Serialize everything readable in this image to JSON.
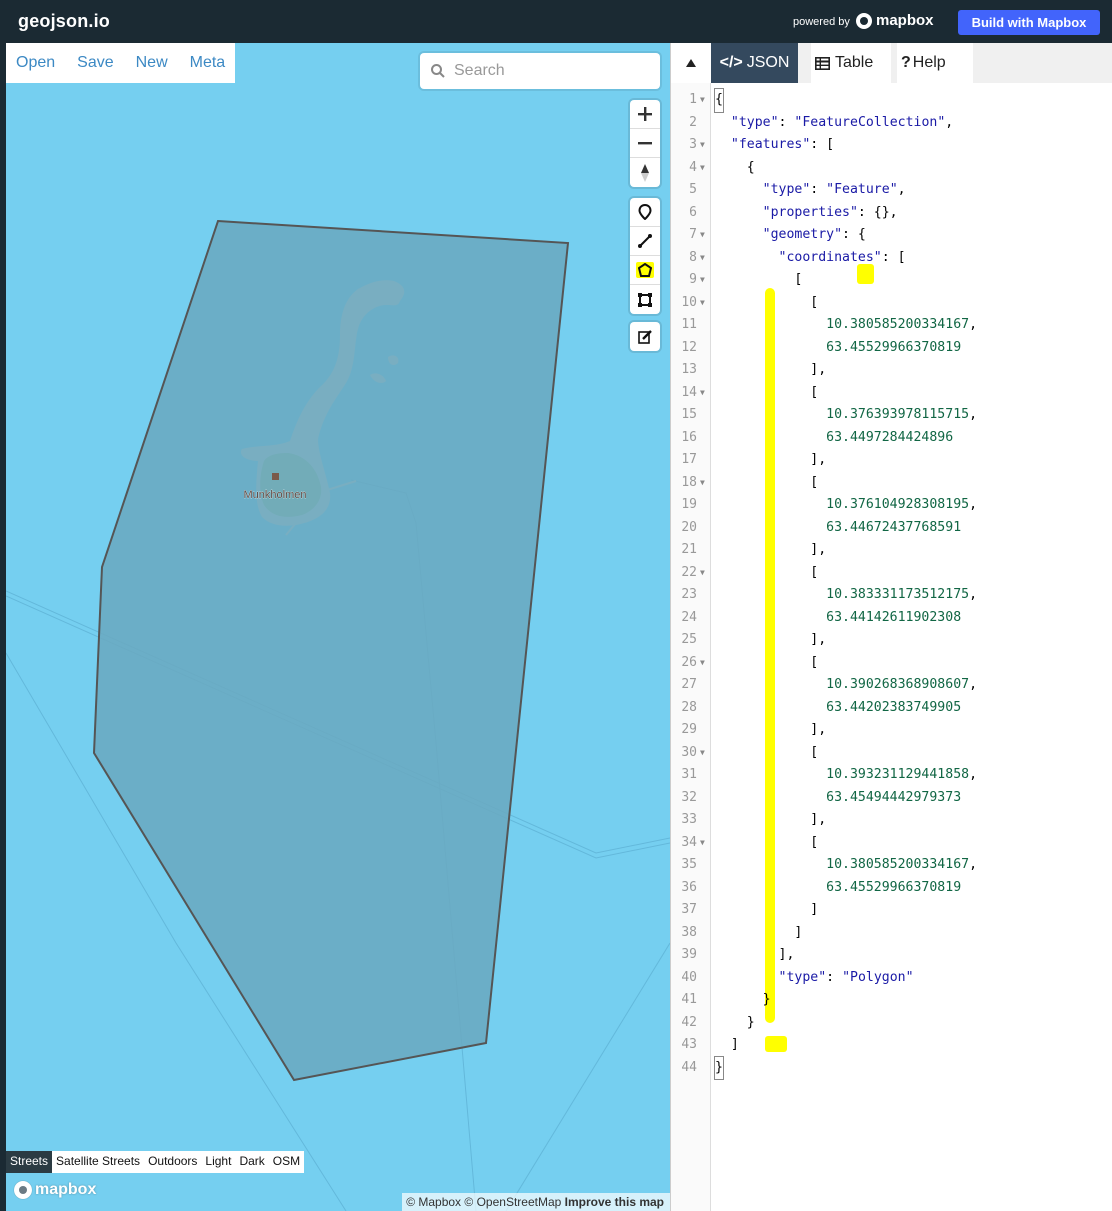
{
  "topbar": {
    "logo": "geojson.io",
    "powered_by": "powered by",
    "brand": "mapbox",
    "build_button": "Build with Mapbox"
  },
  "file_menu": [
    "Open",
    "Save",
    "New",
    "Meta"
  ],
  "search": {
    "placeholder": "Search"
  },
  "map": {
    "place_label": "Munkholmen",
    "style_options": [
      "Streets",
      "Satellite Streets",
      "Outdoors",
      "Light",
      "Dark",
      "OSM"
    ],
    "selected_style": "Streets",
    "logo": "mapbox",
    "attribution": {
      "mapbox": "© Mapbox",
      "osm": "© OpenStreetMap",
      "improve": "Improve this map"
    },
    "colors": {
      "water": "#75cff0",
      "polygon_fill": "#6aa8c0",
      "polygon_stroke": "#555555",
      "land": "#cfcfc6",
      "park": "#9ec28a"
    }
  },
  "tabs": {
    "json": "JSON",
    "table": "Table",
    "help": "Help",
    "active": "JSON"
  },
  "editor": {
    "lines": [
      {
        "n": "1",
        "fold": true,
        "text": "{"
      },
      {
        "n": "2",
        "fold": false,
        "text": "  \"type\": \"FeatureCollection\","
      },
      {
        "n": "3",
        "fold": true,
        "text": "  \"features\": ["
      },
      {
        "n": "4",
        "fold": true,
        "text": "    {"
      },
      {
        "n": "5",
        "fold": false,
        "text": "      \"type\": \"Feature\","
      },
      {
        "n": "6",
        "fold": false,
        "text": "      \"properties\": {},"
      },
      {
        "n": "7",
        "fold": true,
        "text": "      \"geometry\": {"
      },
      {
        "n": "8",
        "fold": true,
        "text": "        \"coordinates\": ["
      },
      {
        "n": "9",
        "fold": true,
        "text": "          ["
      },
      {
        "n": "10",
        "fold": true,
        "text": "            ["
      },
      {
        "n": "11",
        "fold": false,
        "text": "              10.380585200334167,"
      },
      {
        "n": "12",
        "fold": false,
        "text": "              63.45529966370819"
      },
      {
        "n": "13",
        "fold": false,
        "text": "            ],"
      },
      {
        "n": "14",
        "fold": true,
        "text": "            ["
      },
      {
        "n": "15",
        "fold": false,
        "text": "              10.376393978115715,"
      },
      {
        "n": "16",
        "fold": false,
        "text": "              63.4497284424896"
      },
      {
        "n": "17",
        "fold": false,
        "text": "            ],"
      },
      {
        "n": "18",
        "fold": true,
        "text": "            ["
      },
      {
        "n": "19",
        "fold": false,
        "text": "              10.376104928308195,"
      },
      {
        "n": "20",
        "fold": false,
        "text": "              63.44672437768591"
      },
      {
        "n": "21",
        "fold": false,
        "text": "            ],"
      },
      {
        "n": "22",
        "fold": true,
        "text": "            ["
      },
      {
        "n": "23",
        "fold": false,
        "text": "              10.383331173512175,"
      },
      {
        "n": "24",
        "fold": false,
        "text": "              63.44142611902308"
      },
      {
        "n": "25",
        "fold": false,
        "text": "            ],"
      },
      {
        "n": "26",
        "fold": true,
        "text": "            ["
      },
      {
        "n": "27",
        "fold": false,
        "text": "              10.390268368908607,"
      },
      {
        "n": "28",
        "fold": false,
        "text": "              63.44202383749905"
      },
      {
        "n": "29",
        "fold": false,
        "text": "            ],"
      },
      {
        "n": "30",
        "fold": true,
        "text": "            ["
      },
      {
        "n": "31",
        "fold": false,
        "text": "              10.393231129441858,"
      },
      {
        "n": "32",
        "fold": false,
        "text": "              63.45494442979373"
      },
      {
        "n": "33",
        "fold": false,
        "text": "            ],"
      },
      {
        "n": "34",
        "fold": true,
        "text": "            ["
      },
      {
        "n": "35",
        "fold": false,
        "text": "              10.380585200334167,"
      },
      {
        "n": "36",
        "fold": false,
        "text": "              63.45529966370819"
      },
      {
        "n": "37",
        "fold": false,
        "text": "            ]"
      },
      {
        "n": "38",
        "fold": false,
        "text": "          ]"
      },
      {
        "n": "39",
        "fold": false,
        "text": "        ],"
      },
      {
        "n": "40",
        "fold": false,
        "text": "        \"type\": \"Polygon\""
      },
      {
        "n": "41",
        "fold": false,
        "text": "      }"
      },
      {
        "n": "42",
        "fold": false,
        "text": "    }"
      },
      {
        "n": "43",
        "fold": false,
        "text": "  ]"
      },
      {
        "n": "44",
        "fold": false,
        "text": "}"
      }
    ],
    "colors": {
      "key": "#1a1aa6",
      "number": "#116644",
      "highlight": "#ffff00"
    }
  }
}
